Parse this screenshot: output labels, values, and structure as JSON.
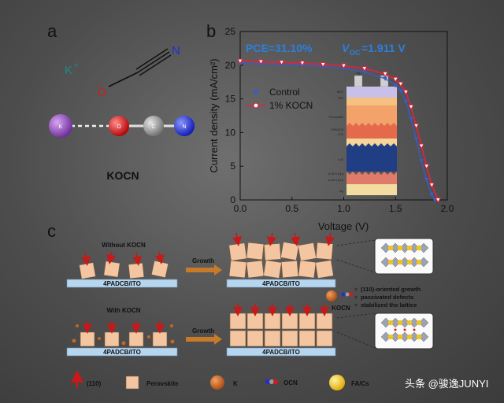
{
  "panel_a": {
    "letter": "a",
    "k_ion": "K",
    "k_charge": "+",
    "o_label": "O",
    "o_charge": "-",
    "n_label": "N",
    "atom_k": "K",
    "atom_o": "O",
    "atom_c": "C",
    "atom_n": "N",
    "title": "KOCN"
  },
  "panel_b": {
    "letter": "b",
    "annotation_pce": "PCE=31.10%",
    "annotation_voc_v": "V",
    "annotation_voc_sub": "OC",
    "annotation_voc_val": "=1.911 V",
    "device_stack_labels": [
      "Ag",
      "Ag",
      "BCP",
      "C60",
      "Perovskite",
      "4PADCB",
      "ITO",
      "n-Si",
      "a-Si:H (i/p)",
      "a-Si:H (i/n)",
      "Ag"
    ],
    "chart_data": {
      "type": "line",
      "xlabel": "Voltage (V)",
      "ylabel": "Current density (mA/cm²)",
      "xlim": [
        0,
        2.0
      ],
      "ylim": [
        0,
        25
      ],
      "xticks": [
        "0.0",
        "0.5",
        "1.0",
        "1.5",
        "2.0"
      ],
      "yticks": [
        "0",
        "5",
        "10",
        "15",
        "20",
        "25"
      ],
      "legend_position": "middle-left",
      "series": [
        {
          "name": "Control",
          "color": "#3a5cc4",
          "x": [
            0,
            0.2,
            0.4,
            0.6,
            0.8,
            1.0,
            1.2,
            1.4,
            1.5,
            1.55,
            1.6,
            1.65,
            1.7,
            1.75,
            1.8,
            1.85,
            1.88
          ],
          "y": [
            20.3,
            20.2,
            20.1,
            20.0,
            19.8,
            19.5,
            19.0,
            18.0,
            17.0,
            16.2,
            14.6,
            12.0,
            9.0,
            5.8,
            3.0,
            0.8,
            0
          ]
        },
        {
          "name": "1% KOCN",
          "color": "#d7283c",
          "x": [
            0,
            0.2,
            0.4,
            0.6,
            0.8,
            1.0,
            1.2,
            1.4,
            1.5,
            1.55,
            1.6,
            1.65,
            1.7,
            1.75,
            1.8,
            1.85,
            1.911
          ],
          "y": [
            20.6,
            20.5,
            20.4,
            20.3,
            20.1,
            19.9,
            19.5,
            18.7,
            17.9,
            17.2,
            16.0,
            13.8,
            11.0,
            8.0,
            5.0,
            2.2,
            0
          ]
        }
      ]
    }
  },
  "panel_c": {
    "letter": "c",
    "without_label": "Without KOCN",
    "with_label": "With KOCN",
    "substrate_label": "4PADCB/ITO",
    "growth_label": "Growth",
    "benefit_1": "(110)-oriented growth",
    "benefit_2": "passivated defects",
    "benefit_3": "stabilized the lattice",
    "kocn_label": "KOCN",
    "legend": {
      "orientation": "(110)",
      "perovskite": "Perovskite",
      "k": "K",
      "ocn": "OCN",
      "facs": "FA/Cs"
    }
  },
  "watermark": "头条 @骏逸JUNYI",
  "colors": {
    "k_atom": "#8a44b8",
    "o_atom": "#d81818",
    "c_atom": "#9a9a9a",
    "n_atom": "#1f2fd0",
    "perovskite": "#f3c5a0",
    "substrate": "#b6d6ef",
    "arrow_red": "#c81818",
    "k_ion_orange": "#c8651e",
    "facs_yellow": "#f3c418"
  }
}
